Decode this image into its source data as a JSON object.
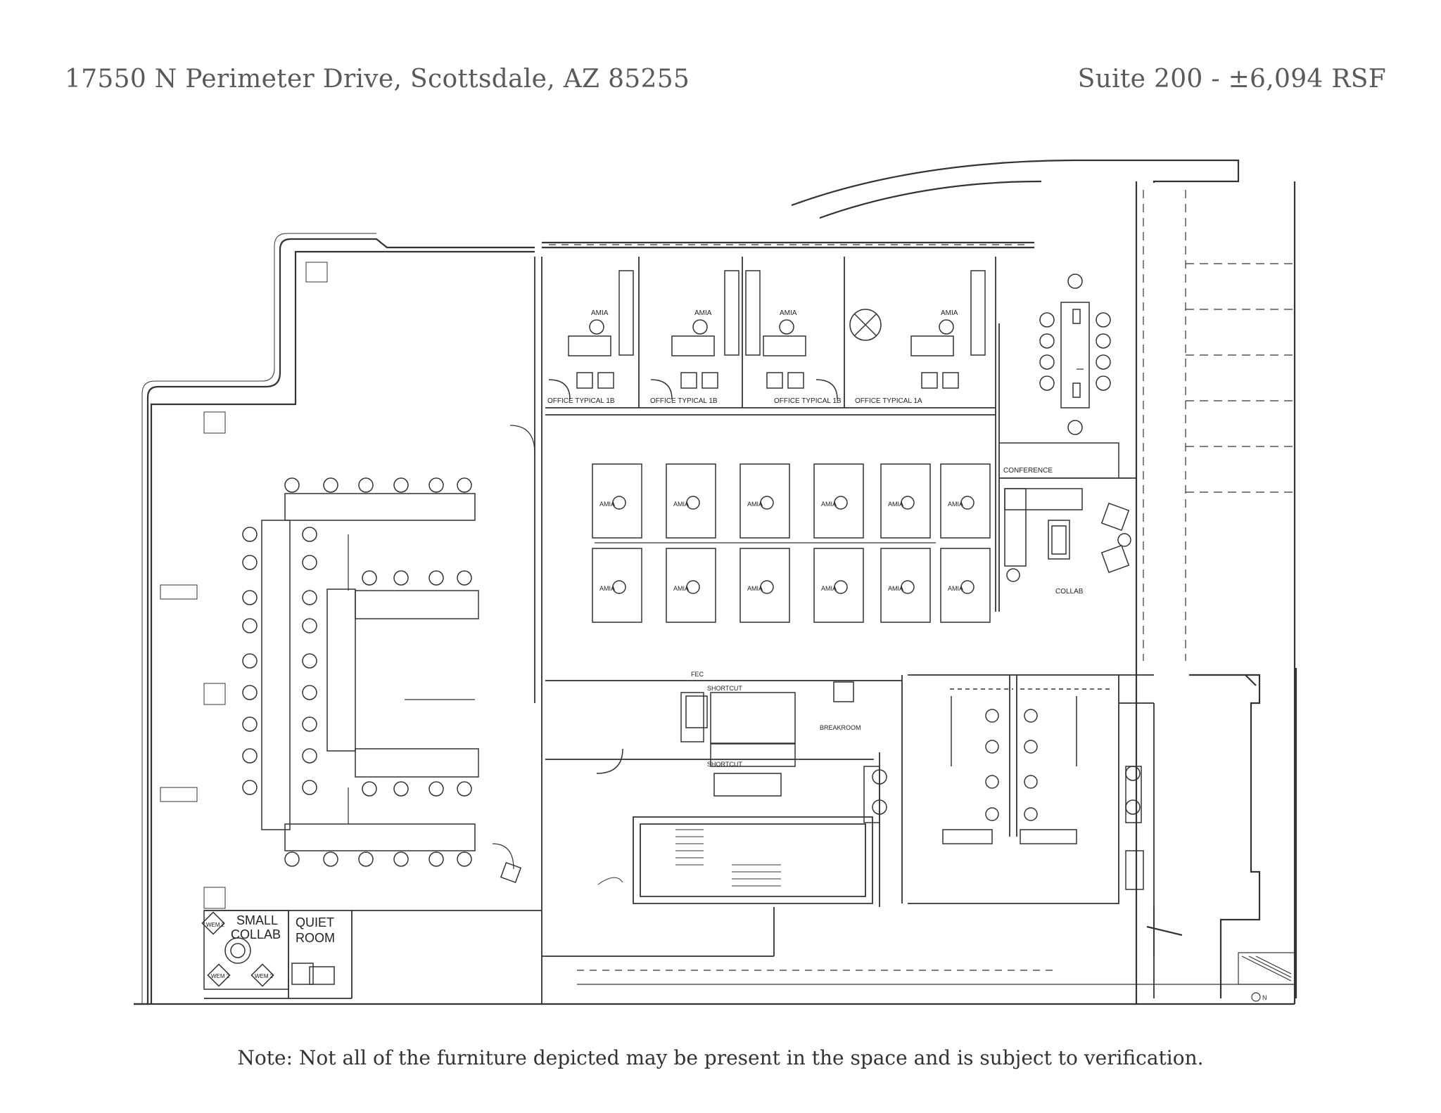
{
  "header": {
    "address": "17550 N Perimeter Drive, Scottsdale, AZ 85255",
    "suite": "Suite 200 -  ±6,094 RSF"
  },
  "note": "Note:  Not all of the furniture depicted may be present in the space and is subject to verification.",
  "plan": {
    "offices": [
      {
        "label": "OFFICE TYPICAL 1B",
        "brand": "AMIA"
      },
      {
        "label": "OFFICE TYPICAL 1B",
        "brand": "AMIA"
      },
      {
        "label": "OFFICE TYPICAL 1B",
        "brand": "AMIA"
      },
      {
        "label": "OFFICE TYPICAL 1A",
        "brand": "AMIA"
      }
    ],
    "rooms": {
      "conference": "CONFERENCE",
      "collab": "COLLAB",
      "breakroom": "BREAKROOM",
      "fec": "FEC",
      "small_collab_1": "SMALL",
      "small_collab_2": "COLLAB",
      "quiet_1": "QUIET",
      "quiet_2": "ROOM",
      "shortcut": "SHORTCUT"
    },
    "wem_tags": [
      "WEM 2",
      "WEM 2",
      "WEM 2"
    ],
    "workstation_brand": "AMIA",
    "north_label": "N",
    "line_color": "#333333"
  }
}
